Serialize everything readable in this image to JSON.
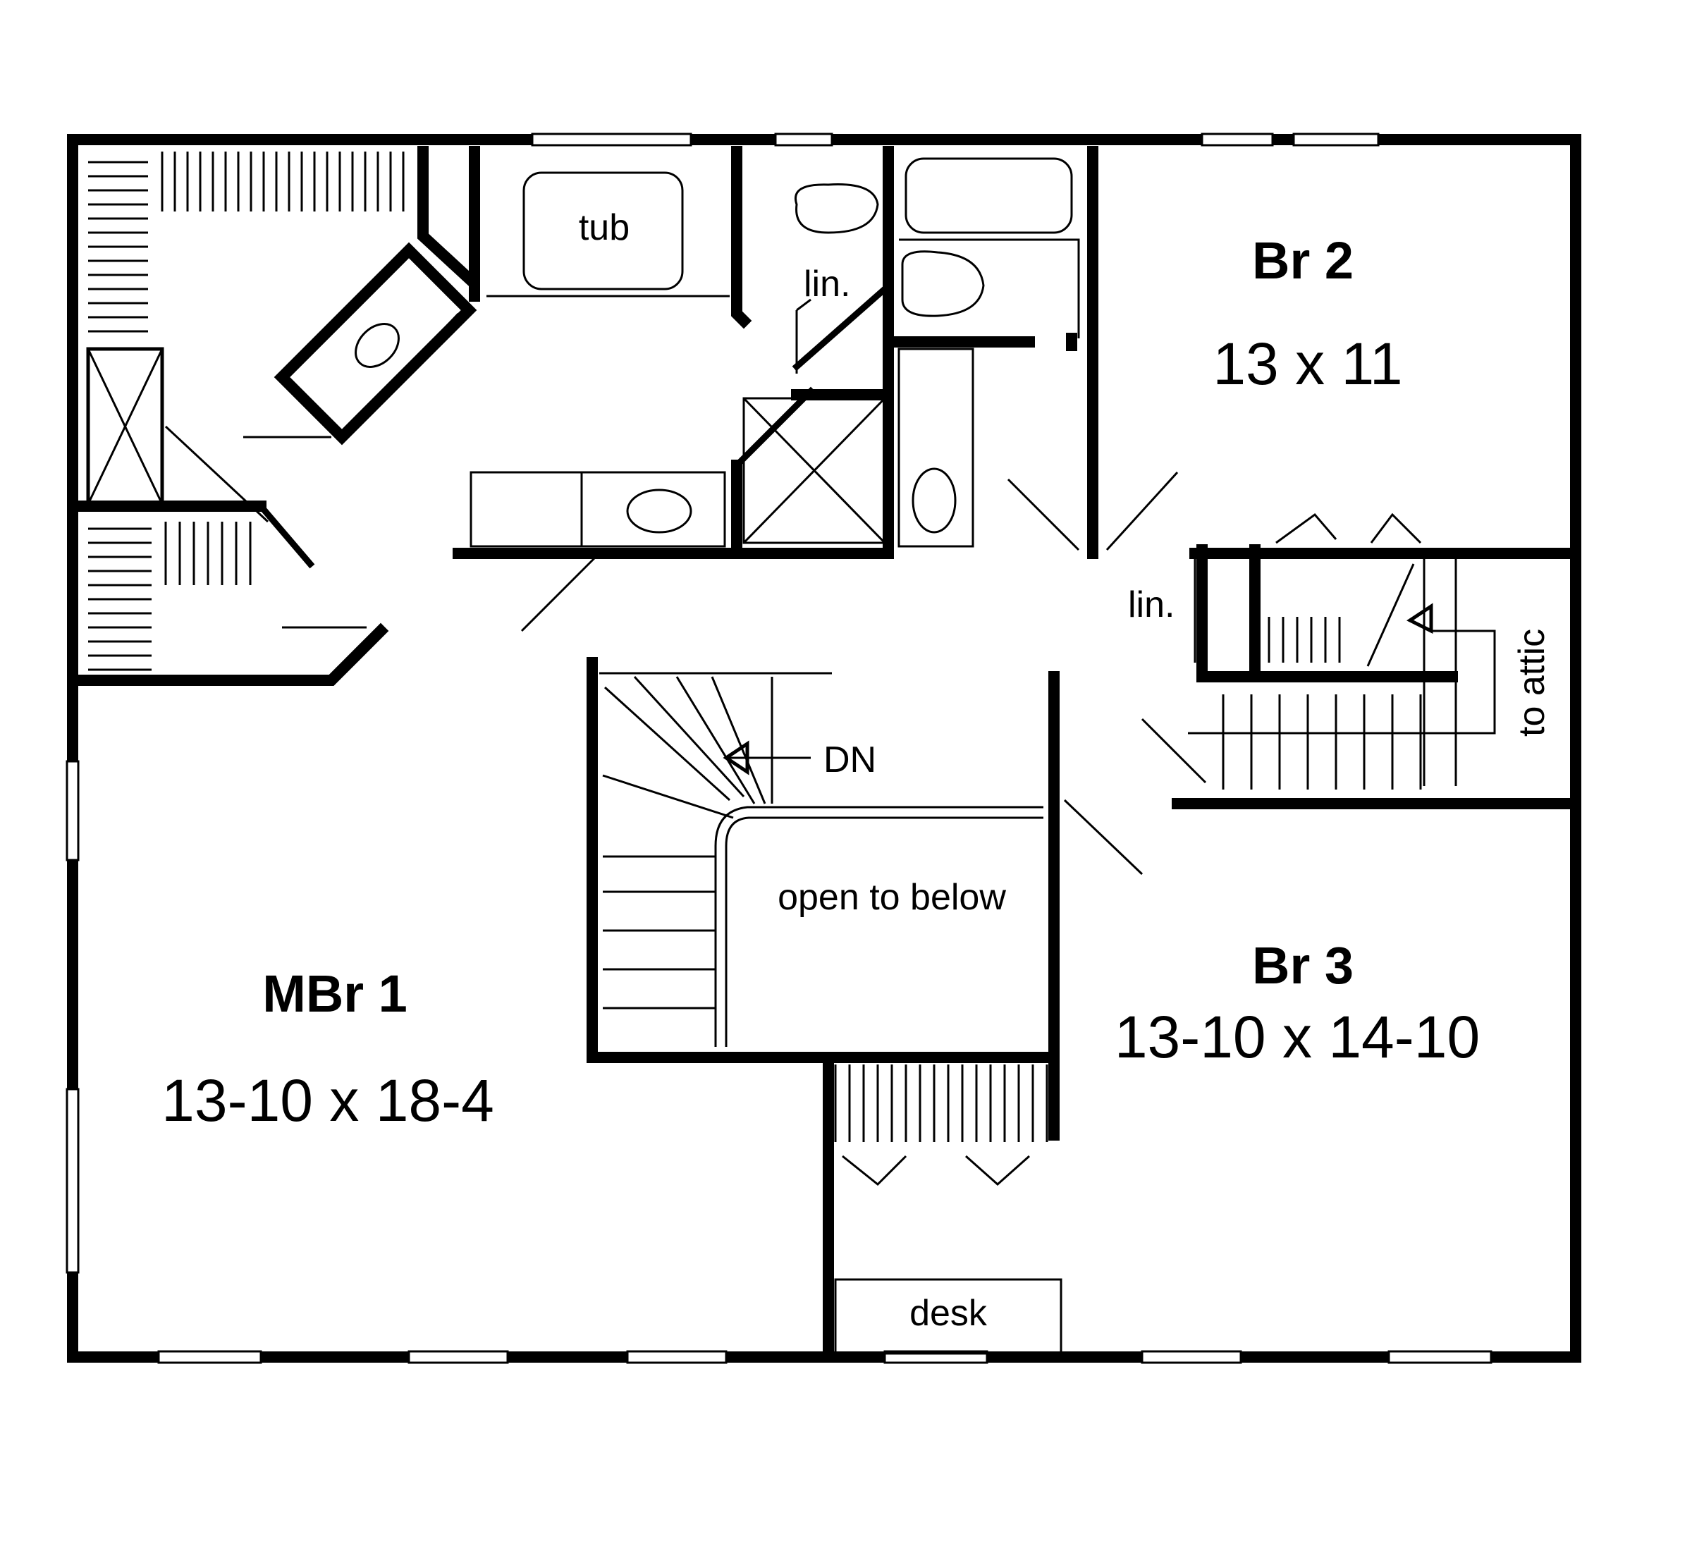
{
  "rooms": {
    "master": {
      "name": "MBr  1",
      "dims": "13-10 x 18-4"
    },
    "br2": {
      "name": "Br  2",
      "dims": "13 x 11"
    },
    "br3": {
      "name": "Br  3",
      "dims": "13-10 x 14-10"
    }
  },
  "labels": {
    "tub": "tub",
    "linen_bath": "lin.",
    "linen_hall": "lin.",
    "stair_down": "DN",
    "open_below": "open to below",
    "to_attic": "to attic",
    "desk": "desk"
  }
}
